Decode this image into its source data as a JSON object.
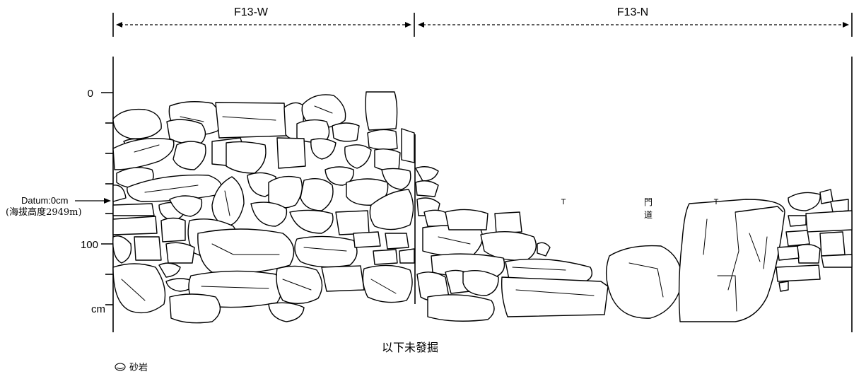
{
  "sections": {
    "west_label": "F13-W",
    "north_label": "F13-N"
  },
  "scale": {
    "tick_zero": "0",
    "tick_hundred": "100",
    "unit": "cm"
  },
  "datum": {
    "label": "Datum:0cm",
    "elevation": "(海拔高度2949m)"
  },
  "annotations": {
    "doorway_line1": "門",
    "doorway_line2": "道",
    "marker_symbol": "T",
    "unexcavated": "以下未發掘"
  },
  "legend": {
    "icon": "sandstone-icon",
    "label": "砂岩"
  }
}
